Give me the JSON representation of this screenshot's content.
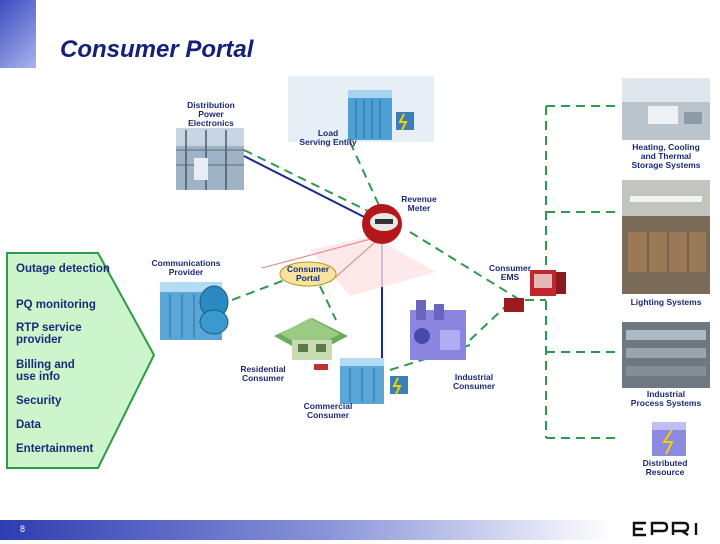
{
  "page": {
    "title": "Consumer Portal",
    "page_number": "8",
    "logo_text": "EPRI"
  },
  "services": {
    "items": [
      "Outage detection",
      "PQ monitoring",
      "RTP service provider",
      "Billing and use info",
      "Security",
      "Data",
      "Entertainment"
    ]
  },
  "nodes": {
    "distribution_power_electronics": [
      "Distribution",
      "Power",
      "Electronics"
    ],
    "load_serving_entity": [
      "Load",
      "Serving Entity"
    ],
    "revenue_meter": [
      "Revenue",
      "Meter"
    ],
    "communications_provider": [
      "Communications",
      "Provider"
    ],
    "consumer_portal": [
      "Consumer",
      "Portal"
    ],
    "consumer_ems": [
      "Consumer",
      "EMS"
    ],
    "residential_consumer": [
      "Residential",
      "Consumer"
    ],
    "commercial_consumer": [
      "Commercial",
      "Consumer"
    ],
    "industrial_consumer": [
      "Industrial",
      "Consumer"
    ]
  },
  "systems": {
    "heating": [
      "Heating, Cooling",
      "and Thermal",
      "Storage Systems"
    ],
    "lighting": [
      "Lighting Systems"
    ],
    "industrial_process": [
      "Industrial",
      "Process Systems"
    ],
    "distributed_resource": [
      "Distributed",
      "Resource"
    ]
  },
  "colors": {
    "title": "#14207a",
    "label": "#1a2a78",
    "dash_line": "#2e9a4a",
    "power_line": "#1c2a8a",
    "arrow_fill": "#ccf5cc",
    "arrow_stroke": "#2e9a4a"
  }
}
